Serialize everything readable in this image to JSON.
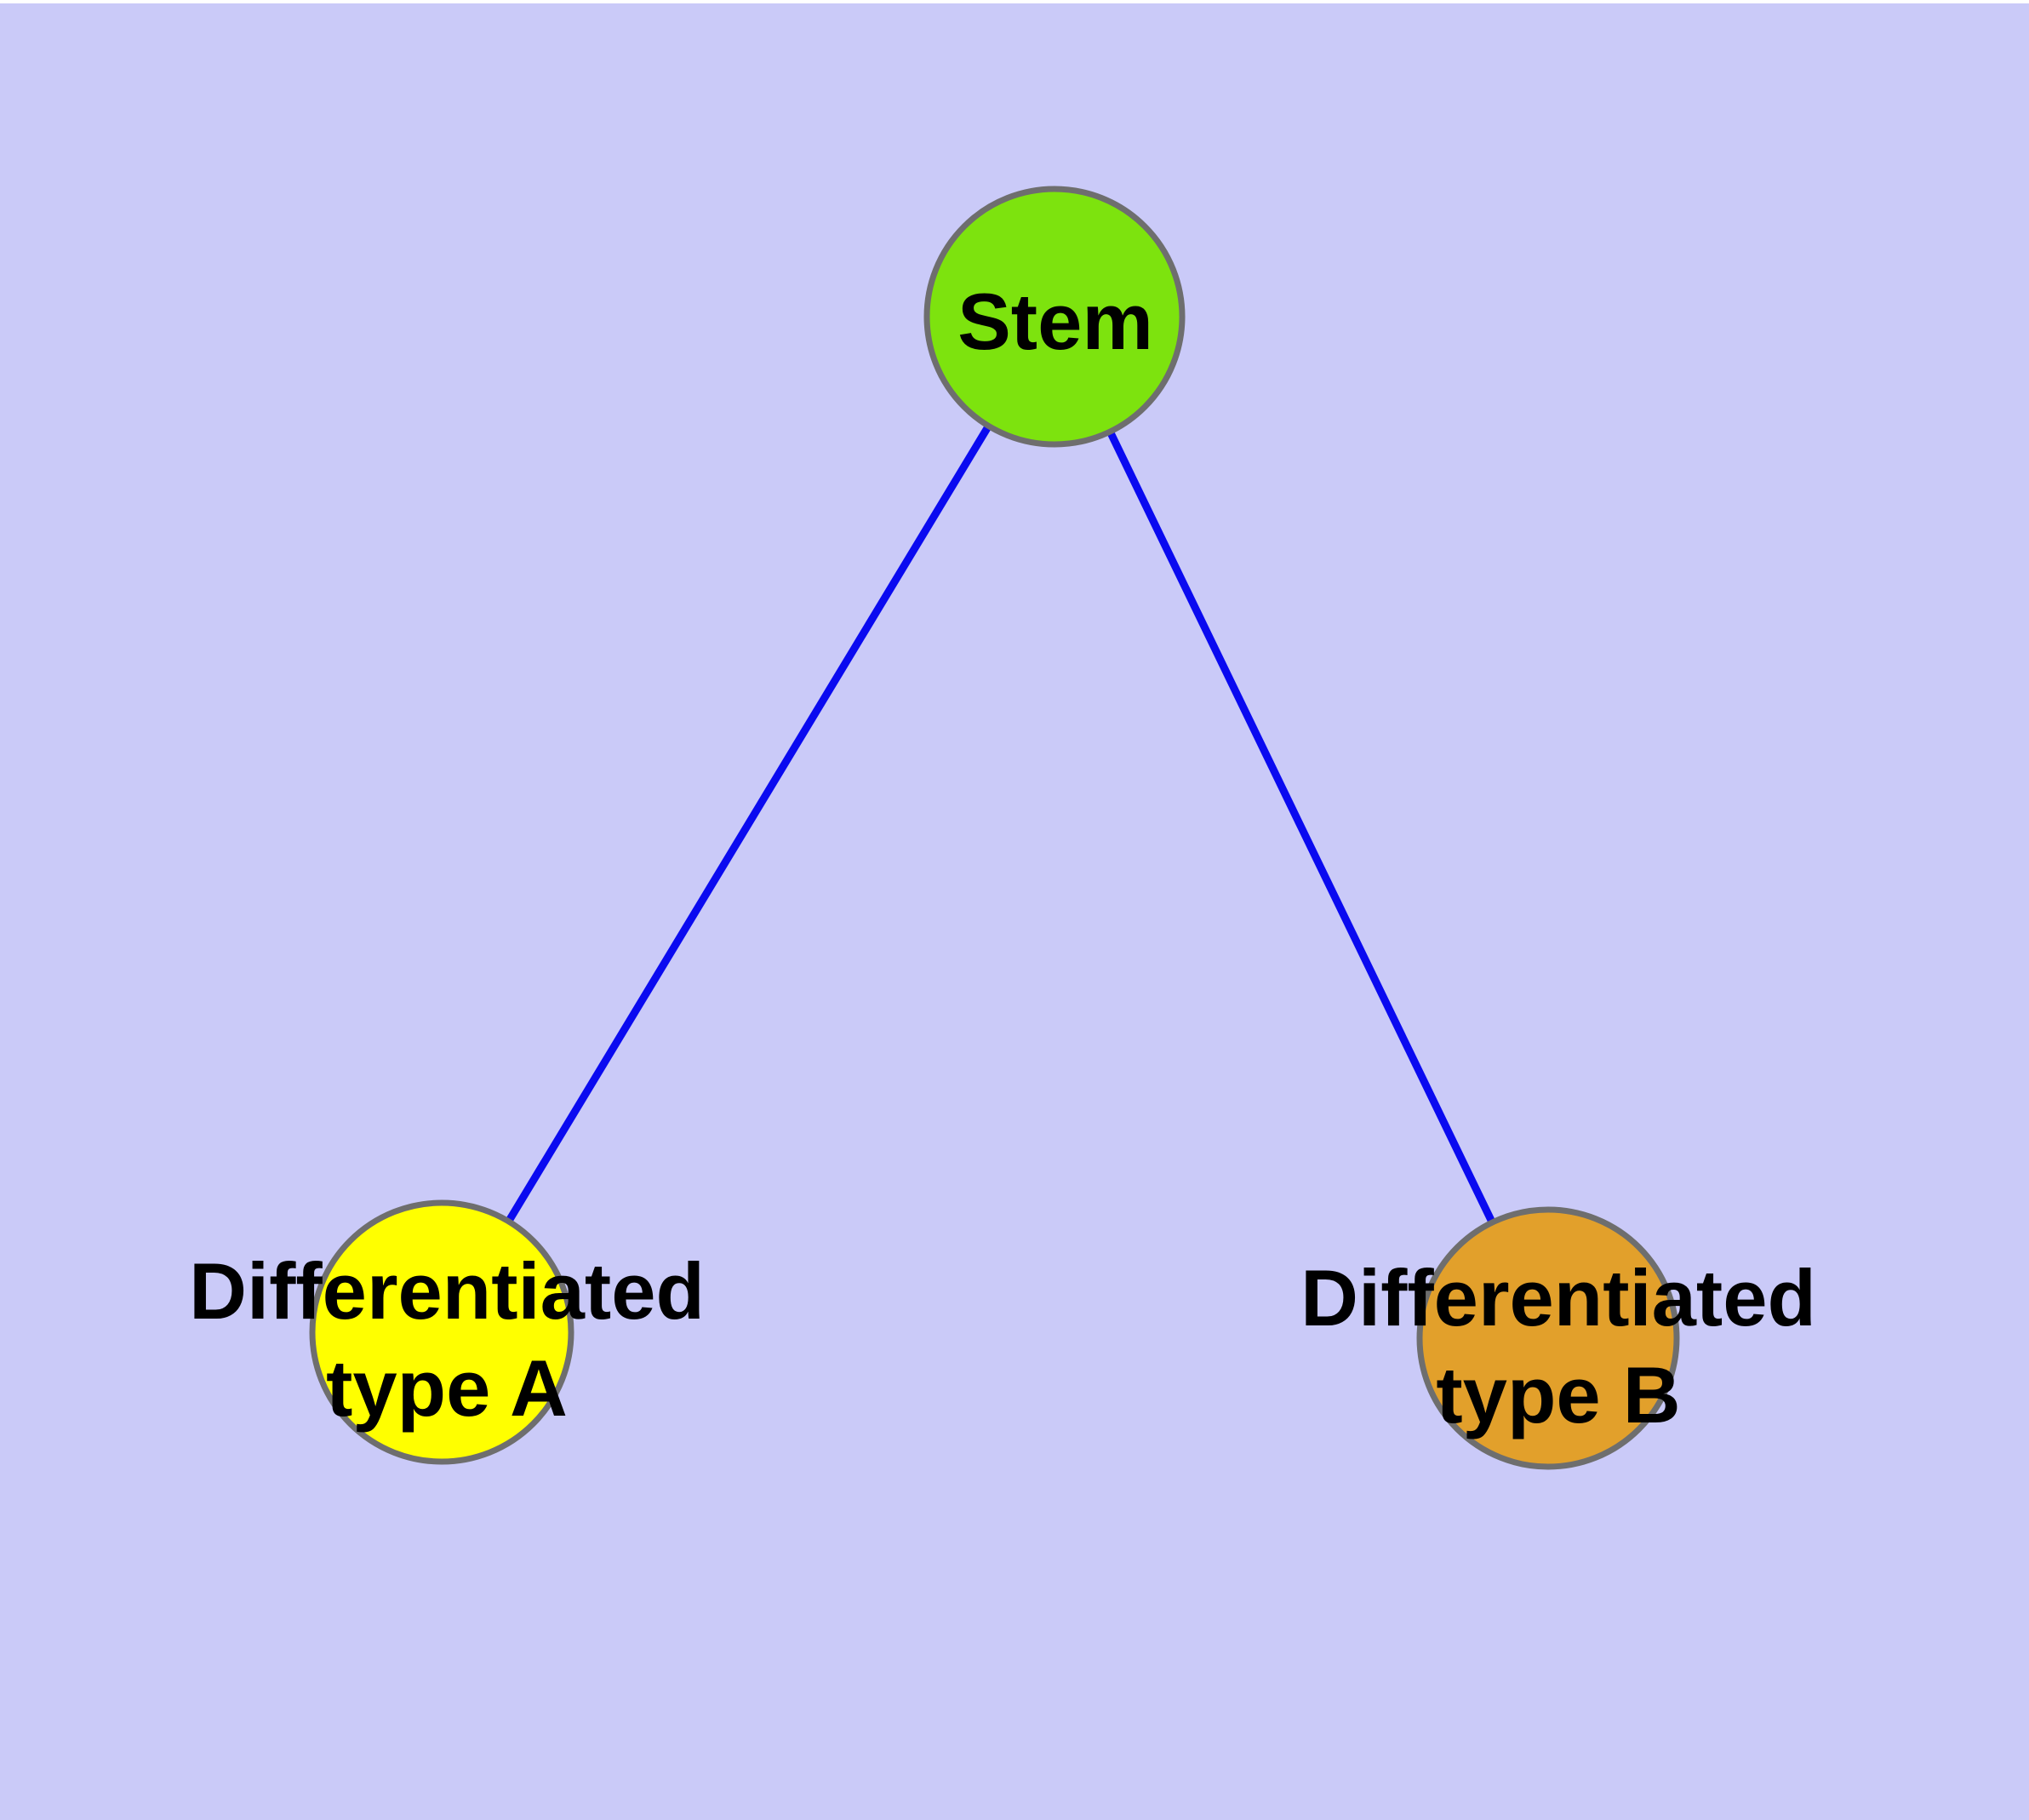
{
  "diagram": {
    "background_color": "#CACAF8",
    "top_border_color": "#FFFFFF",
    "colors": {
      "edge": "#0A0AF0",
      "node_border": "#6E6E6E",
      "label_text": "#000000"
    },
    "nodes": {
      "stem": {
        "label": "Stem",
        "fill": "#7DE30E"
      },
      "diff_a": {
        "label_lines": [
          "Differentiated",
          "type A"
        ],
        "fill": "#FFFF00"
      },
      "diff_b": {
        "label_lines": [
          "Differentiated",
          "type B"
        ],
        "fill": "#E2A02B"
      }
    },
    "edges": [
      {
        "from": "Stem",
        "to": "Differentiated type A"
      },
      {
        "from": "Stem",
        "to": "Differentiated type B"
      }
    ]
  }
}
